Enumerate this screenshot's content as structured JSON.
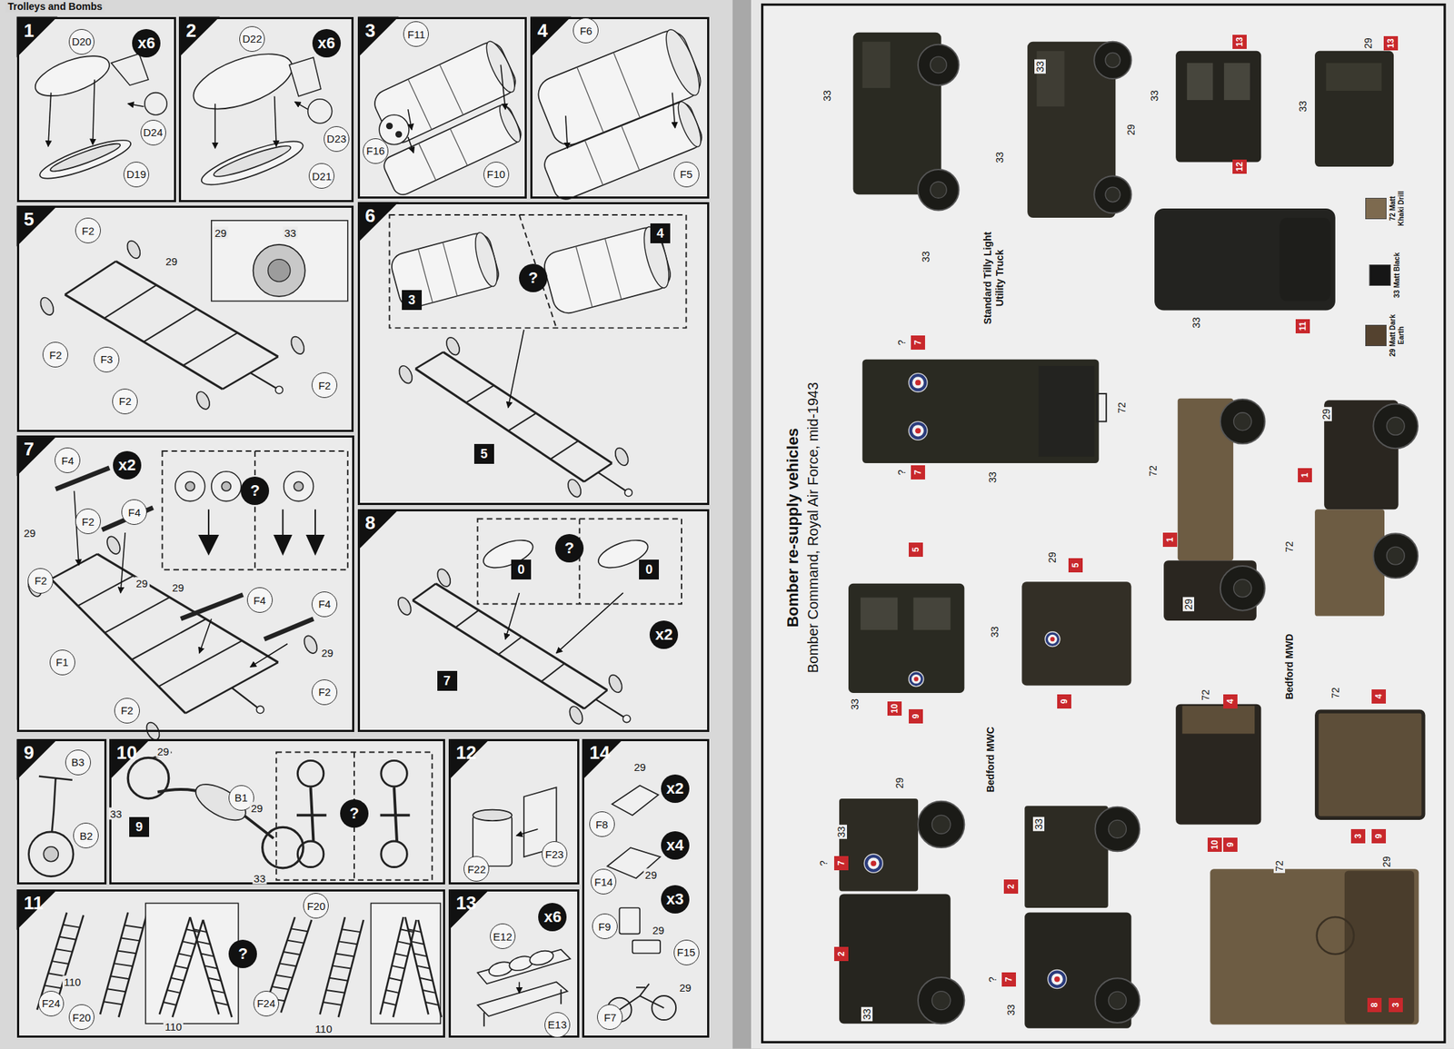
{
  "diagram": {
    "title": "Trolleys and Bombs",
    "nodes": [
      {
        "text": [
          "1"
        ]
      },
      {
        "text": [
          "2"
        ]
      },
      {
        "text": [
          "3"
        ]
      },
      {
        "text": [
          "4"
        ]
      },
      {
        "text": [
          "5"
        ]
      },
      {
        "text": [
          "6"
        ]
      },
      {
        "text": [
          "7"
        ]
      },
      {
        "text": [
          "8"
        ]
      },
      {
        "text": [
          "9"
        ]
      },
      {
        "text": [
          "10"
        ]
      },
      {
        "text": [
          "11"
        ]
      },
      {
        "text": [
          "12"
        ]
      },
      {
        "text": [
          "13"
        ]
      },
      {
        "text": [
          "14"
        ]
      }
    ],
    "labels": [
      "D20",
      "x6",
      "D24",
      "D19",
      "D22",
      "x6",
      "D23",
      "D21",
      "F11",
      "F16",
      "F10",
      "F6",
      "F5",
      "F2",
      "29",
      "33",
      "29",
      "F2",
      "F3",
      "F2",
      "F2",
      "4",
      "?",
      "3",
      "5",
      "F4",
      "x2",
      "?",
      "F4",
      "F2",
      "29",
      "29",
      "F2",
      "29",
      "F4",
      "F4",
      "29",
      "F1",
      "F2",
      "F2",
      "0",
      "?",
      "0",
      "x2",
      "7",
      "B3",
      "B2",
      "29",
      "B1",
      "29",
      "33",
      "9",
      "?",
      "33",
      "F23",
      "F22",
      "29",
      "x2",
      "F8",
      "x4",
      "29",
      "F14",
      "x3",
      "F9",
      "29",
      "F15",
      "29",
      "F7",
      "F20",
      "?",
      "110",
      "F24",
      "F24",
      "F20",
      "110",
      "110",
      "x6",
      "E12",
      "E13",
      "Bomber re-supply vehicles",
      "Bomber Command, Royal Air Force, mid-1943",
      "Standard Tilly Light Utility Truck",
      "Bedford MWC",
      "Bedford MWD",
      "33",
      "33",
      "33",
      "33",
      "29",
      "13",
      "33",
      "12",
      "29",
      "13",
      "33",
      "33",
      "11",
      "?",
      "7",
      "?",
      "7",
      "72",
      "33",
      "5",
      "33",
      "10",
      "9",
      "29",
      "5",
      "33",
      "9",
      "29",
      "33",
      "?",
      "7",
      "2",
      "33",
      "33",
      "2",
      "?",
      "7",
      "33",
      "72",
      "1",
      "29",
      "29",
      "1",
      "72",
      "72",
      "4",
      "10",
      "9",
      "72",
      "4",
      "3",
      "9",
      "72",
      "29",
      "8",
      "3"
    ],
    "legend": [
      {
        "text": "72 Matt Khaki Drill",
        "color": "#7d6a4f"
      },
      {
        "text": "33 Matt Black",
        "color": "#161616"
      },
      {
        "text": "29 Matt Dark Earth",
        "color": "#54422f"
      }
    ]
  }
}
